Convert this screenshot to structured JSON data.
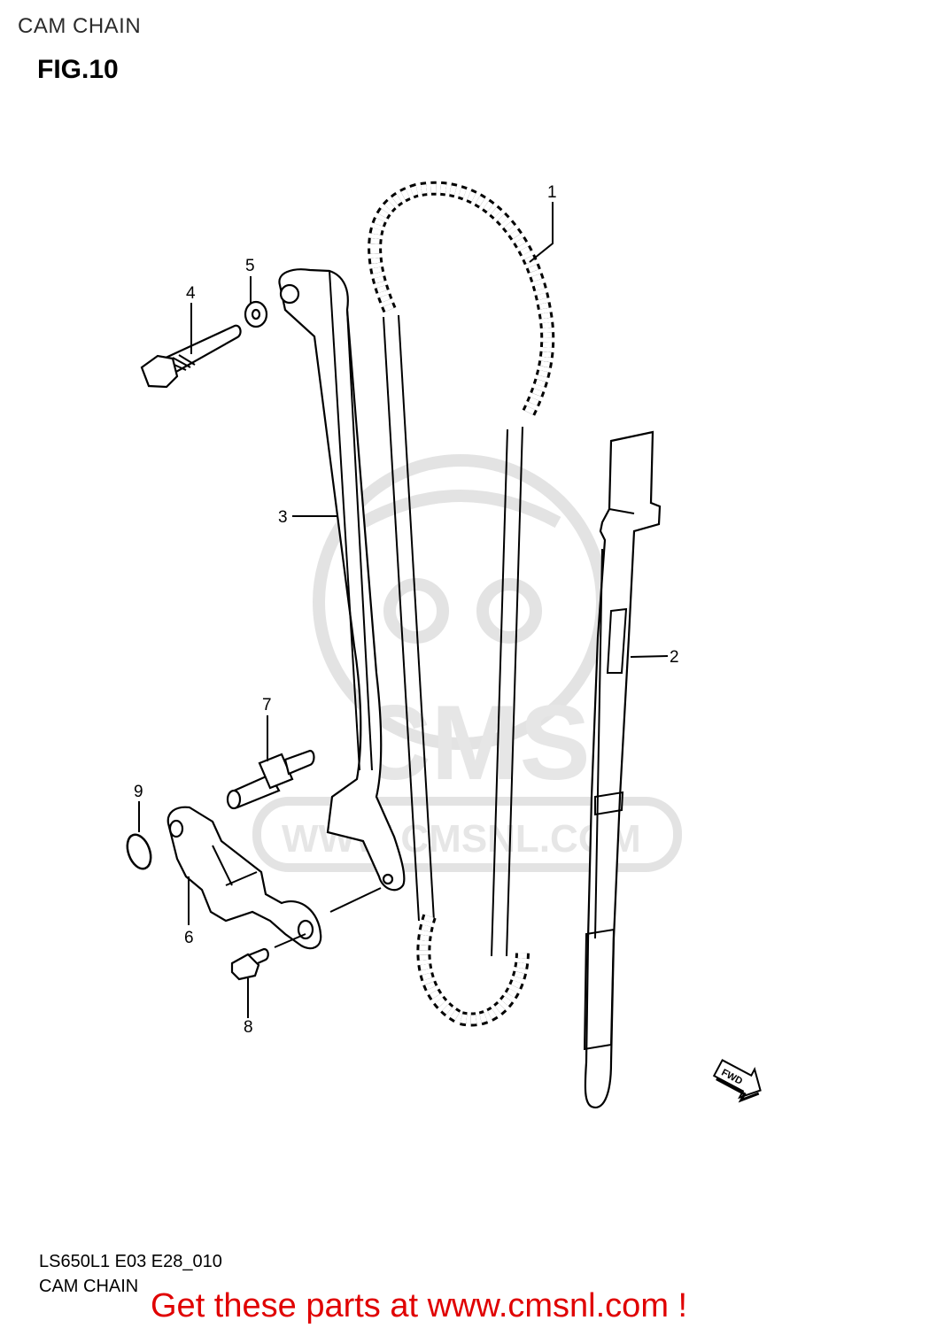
{
  "header": {
    "section_title": "CAM CHAIN",
    "figure_label": "FIG.10"
  },
  "watermark": {
    "logo_text": "CMS",
    "url_text": "WWW.CMSNL.COM"
  },
  "callouts": [
    {
      "id": "1",
      "label": "1",
      "part": "cam chain"
    },
    {
      "id": "2",
      "label": "2",
      "part": "chain guide"
    },
    {
      "id": "3",
      "label": "3",
      "part": "tensioner arm"
    },
    {
      "id": "4",
      "label": "4",
      "part": "bolt"
    },
    {
      "id": "5",
      "label": "5",
      "part": "washer"
    },
    {
      "id": "6",
      "label": "6",
      "part": "tensioner adjuster"
    },
    {
      "id": "7",
      "label": "7",
      "part": "pin"
    },
    {
      "id": "8",
      "label": "8",
      "part": "bolt"
    },
    {
      "id": "9",
      "label": "9",
      "part": "gasket"
    }
  ],
  "fwd_arrow": {
    "text": "FWD"
  },
  "footer": {
    "code": "LS650L1 E03 E28_010",
    "caption": "CAM CHAIN",
    "promo": "Get these parts at www.cmsnl.com !"
  }
}
